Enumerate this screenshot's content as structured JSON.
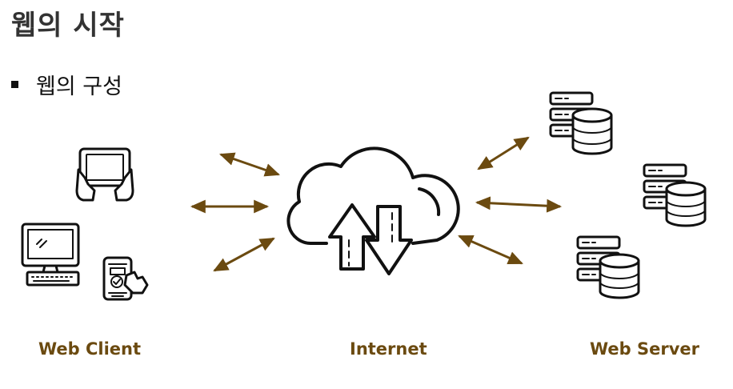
{
  "slide": {
    "title": "웹의 시작",
    "bullet": "웹의 구성"
  },
  "labels": {
    "client": "Web Client",
    "internet": "Internet",
    "server": "Web Server"
  },
  "colors": {
    "label": "#6b4a10",
    "arrow": "#6b4a10",
    "icon": "#111111"
  },
  "icons": [
    "tablet-icon",
    "desktop-icon",
    "smartphone-icon",
    "cloud-transfer-icon",
    "server-database-icon"
  ]
}
